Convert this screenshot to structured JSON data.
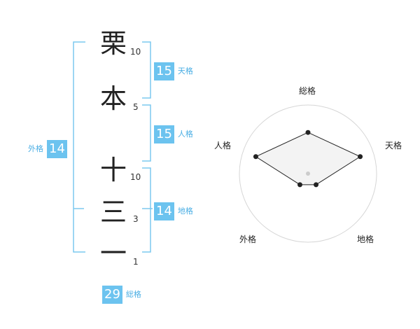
{
  "name": {
    "characters": [
      "栗",
      "本",
      "十",
      "三",
      "一"
    ],
    "strokes": [
      "10",
      "5",
      "10",
      "3",
      "1"
    ]
  },
  "fortune": {
    "tenkaku": {
      "value": "15",
      "label": "天格"
    },
    "jinkaku": {
      "value": "15",
      "label": "人格"
    },
    "chikaku": {
      "value": "14",
      "label": "地格"
    },
    "gaikaku": {
      "value": "14",
      "label": "外格"
    },
    "soukaku": {
      "value": "29",
      "label": "総格"
    }
  },
  "colors": {
    "accent": "#6cc3ef",
    "accent_text": "#4aaee4",
    "bracket": "#7cc8ef",
    "radar_fill": "#eeeeee",
    "radar_line": "#222222"
  },
  "chart_data": {
    "type": "radar",
    "axes": [
      "総格",
      "天格",
      "地格",
      "外格",
      "人格"
    ],
    "rings": 4,
    "values": [
      3,
      4,
      1,
      1,
      4
    ],
    "max": 5
  }
}
